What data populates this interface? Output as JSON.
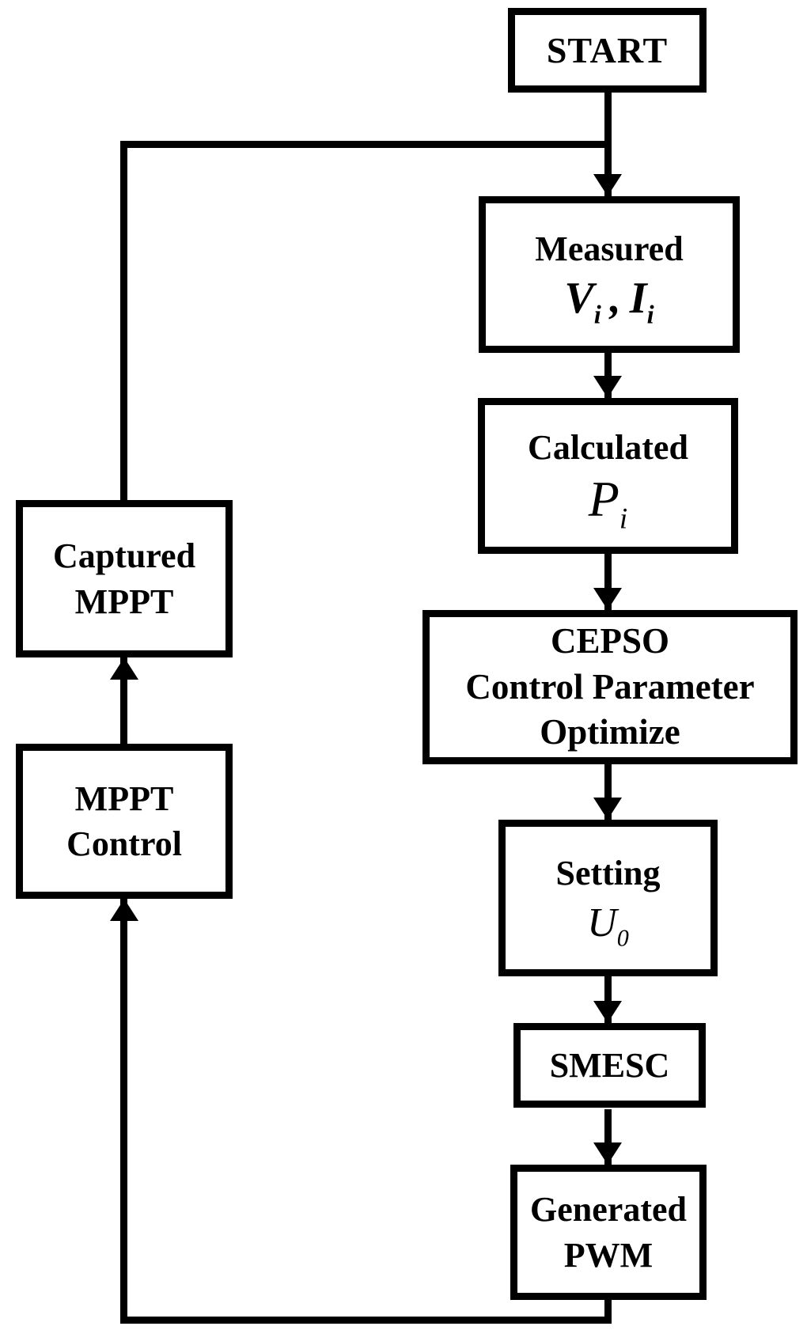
{
  "page": {
    "background": "#ffffff",
    "ink": "#000000"
  },
  "flowchart": {
    "nodes": {
      "start": {
        "label": "START"
      },
      "measured": {
        "label": "Measured",
        "math": {
          "var1": "V",
          "sub1": "i",
          "separator": ",",
          "var2": "I",
          "sub2": "i"
        }
      },
      "calculated": {
        "label": "Calculated",
        "math": {
          "var1": "P",
          "sub1": "i"
        }
      },
      "cepso": {
        "lines": [
          "CEPSO",
          "Control Parameter",
          "Optimize"
        ]
      },
      "setting": {
        "label": "Setting",
        "math": {
          "var1": "U",
          "sub1": "0"
        }
      },
      "smesc": {
        "label": "SMESC"
      },
      "generated_pwm": {
        "lines": [
          "Generated",
          "PWM"
        ]
      },
      "captured_mppt": {
        "lines": [
          "Captured",
          "MPPT"
        ]
      },
      "mppt_control": {
        "lines": [
          "MPPT",
          "Control"
        ]
      }
    }
  }
}
